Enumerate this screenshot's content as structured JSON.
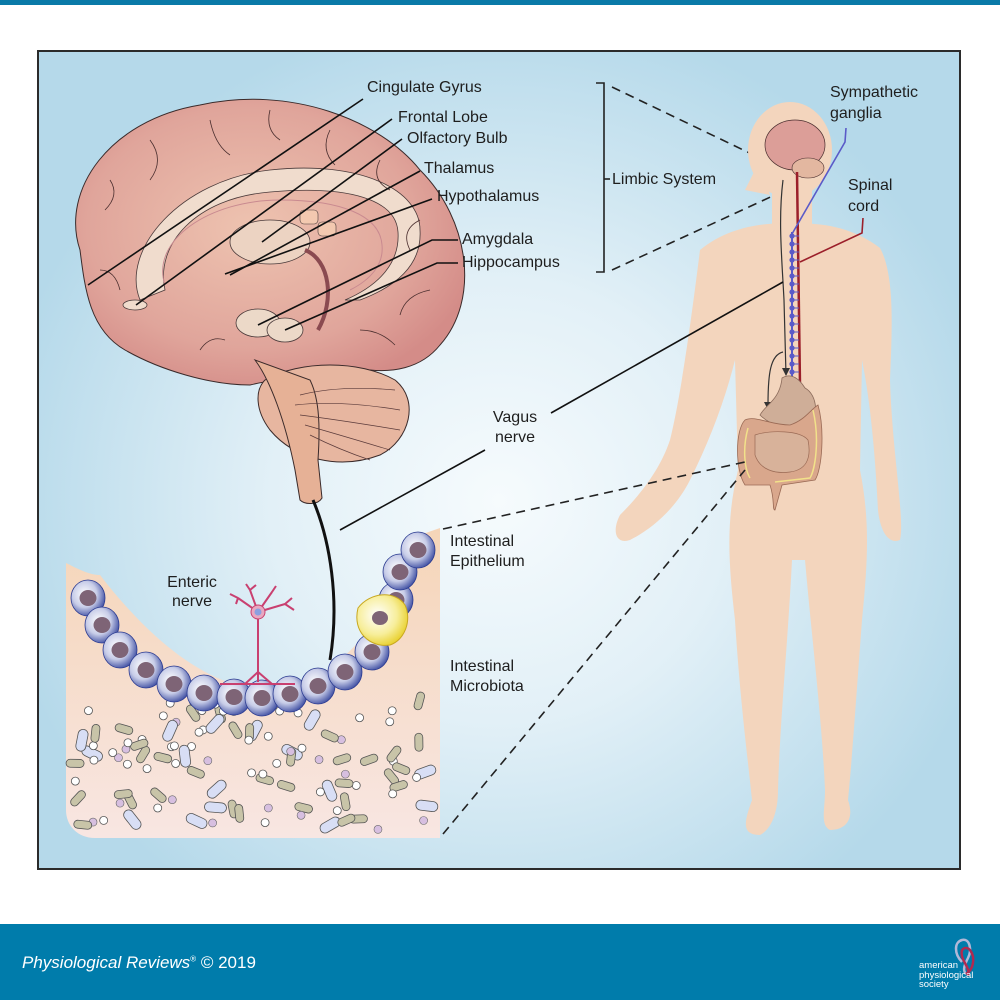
{
  "figure": {
    "brain_labels": {
      "cingulate_gyrus": "Cingulate Gyrus",
      "frontal_lobe": "Frontal Lobe",
      "olfactory_bulb": "Olfactory Bulb",
      "thalamus": "Thalamus",
      "hypothalamus": "Hypothalamus",
      "amygdala": "Amygdala",
      "hippocampus": "Hippocampus"
    },
    "limbic_system": "Limbic System",
    "body_labels": {
      "sympathetic_ganglia_line1": "Sympathetic",
      "sympathetic_ganglia_line2": "ganglia",
      "spinal_cord_line1": "Spinal",
      "spinal_cord_line2": "cord"
    },
    "vagus_nerve_line1": "Vagus",
    "vagus_nerve_line2": "nerve",
    "gut_labels": {
      "enteric_nerve_line1": "Enteric",
      "enteric_nerve_line2": "nerve",
      "intestinal_epithelium_line1": "Intestinal",
      "intestinal_epithelium_line2": "Epithelium",
      "intestinal_microbiota_line1": "Intestinal",
      "intestinal_microbiota_line2": "Microbiota"
    },
    "colors": {
      "frame_bg": "#b5d9ea",
      "brain_pink": "#d99a94",
      "skin": "#f3d5bd",
      "epithelial_blue": "#3a4aa0",
      "nucleus": "#7e6476",
      "goblet_yellow": "#f1e060",
      "sympathetic_blue": "#5a5ac8",
      "spinal_red": "#9b1f2a"
    }
  },
  "footer": {
    "journal": "Physiological Reviews",
    "registered": "®",
    "copyright": "© 2019",
    "publisher_line1": "american",
    "publisher_line2": "physiological",
    "publisher_line3": "society",
    "bg_color": "#007cab"
  }
}
